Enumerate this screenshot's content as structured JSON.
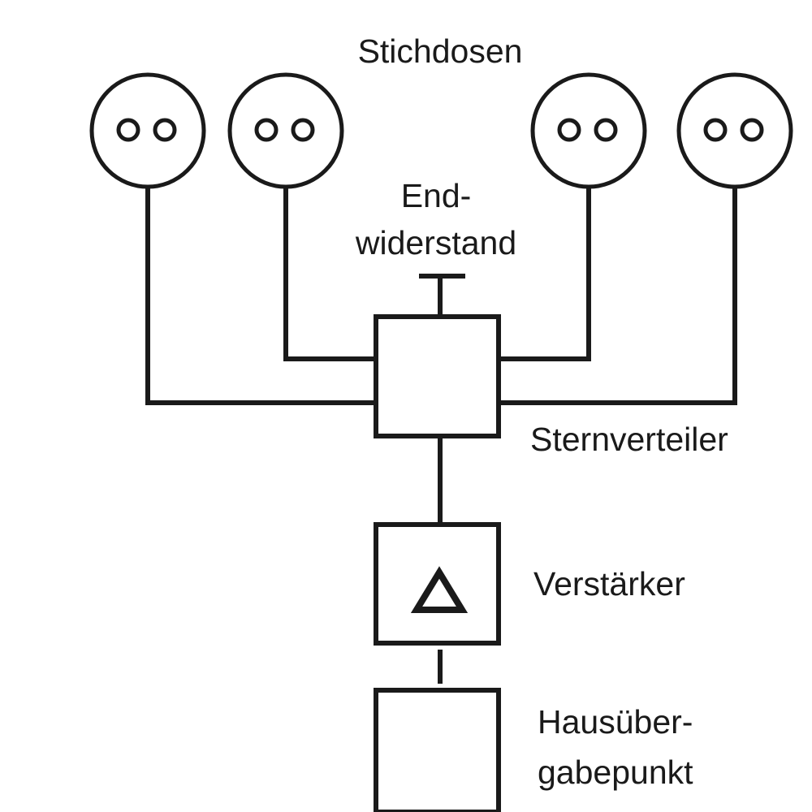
{
  "labels": {
    "outlets": "Stichdosen",
    "terminator_line1": "End-",
    "terminator_line2": "widerstand",
    "splitter": "Sternverteiler",
    "amplifier": "Verstärker",
    "handover_line1": "Hausüber-",
    "handover_line2": "gabepunkt"
  },
  "icons": {
    "outlet": "coax-outlet-icon",
    "amplifier": "triangle-amplifier-icon"
  },
  "colors": {
    "stroke": "#1a1a1a",
    "background": "#ffffff"
  }
}
